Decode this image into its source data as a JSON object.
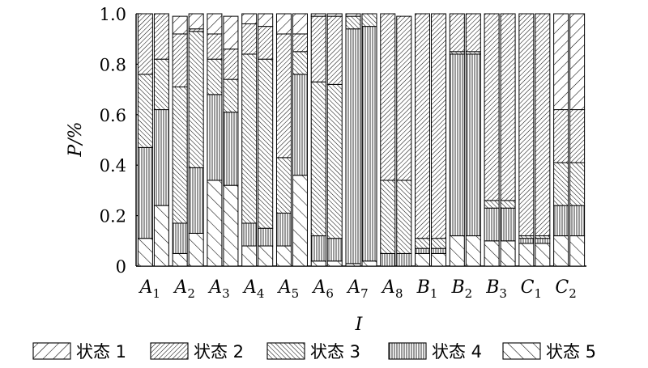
{
  "chart_data": {
    "type": "bar",
    "stacked": true,
    "ylabel": "P/%",
    "xlabel": "I",
    "ylim": [
      0,
      1.0
    ],
    "yticks": [
      "0",
      "0.2",
      "0.4",
      "0.6",
      "0.8",
      "1.0"
    ],
    "categories": [
      "A1",
      "A2",
      "A3",
      "A4",
      "A5",
      "A6",
      "A7",
      "A8",
      "B1",
      "B2",
      "B3",
      "C1",
      "C2"
    ],
    "category_labels": [
      {
        "base": "A",
        "sub": "1"
      },
      {
        "base": "A",
        "sub": "2"
      },
      {
        "base": "A",
        "sub": "3"
      },
      {
        "base": "A",
        "sub": "4"
      },
      {
        "base": "A",
        "sub": "5"
      },
      {
        "base": "A",
        "sub": "6"
      },
      {
        "base": "A",
        "sub": "7"
      },
      {
        "base": "A",
        "sub": "8"
      },
      {
        "base": "B",
        "sub": "1"
      },
      {
        "base": "B",
        "sub": "2"
      },
      {
        "base": "B",
        "sub": "3"
      },
      {
        "base": "C",
        "sub": "1"
      },
      {
        "base": "C",
        "sub": "2"
      }
    ],
    "bars_per_category": 2,
    "series": [
      {
        "name": "状态 5",
        "pattern": "backslash-wide",
        "values": [
          [
            0.11,
            0.24
          ],
          [
            0.05,
            0.13
          ],
          [
            0.34,
            0.32
          ],
          [
            0.08,
            0.08
          ],
          [
            0.08,
            0.36
          ],
          [
            0.02,
            0.02
          ],
          [
            0.01,
            0.02
          ],
          [
            0.0,
            0.0
          ],
          [
            0.05,
            0.05
          ],
          [
            0.12,
            0.12
          ],
          [
            0.1,
            0.1
          ],
          [
            0.09,
            0.09
          ],
          [
            0.12,
            0.12
          ]
        ]
      },
      {
        "name": "状态 4",
        "pattern": "vertical",
        "values": [
          [
            0.36,
            0.38
          ],
          [
            0.12,
            0.26
          ],
          [
            0.34,
            0.29
          ],
          [
            0.09,
            0.07
          ],
          [
            0.13,
            0.4
          ],
          [
            0.1,
            0.09
          ],
          [
            0.93,
            0.93
          ],
          [
            0.05,
            0.05
          ],
          [
            0.02,
            0.02
          ],
          [
            0.72,
            0.72
          ],
          [
            0.13,
            0.13
          ],
          [
            0.02,
            0.02
          ],
          [
            0.12,
            0.12
          ]
        ]
      },
      {
        "name": "状态 3",
        "pattern": "backslash-dense",
        "values": [
          [
            0.29,
            0.2
          ],
          [
            0.54,
            0.54
          ],
          [
            0.14,
            0.13
          ],
          [
            0.67,
            0.67
          ],
          [
            0.22,
            0.09
          ],
          [
            0.61,
            0.61
          ],
          [
            0.05,
            0.05
          ],
          [
            0.29,
            0.29
          ],
          [
            0.04,
            0.04
          ],
          [
            0.01,
            0.01
          ],
          [
            0.03,
            0.03
          ],
          [
            0.01,
            0.01
          ],
          [
            0.17,
            0.17
          ]
        ]
      },
      {
        "name": "状态 2",
        "pattern": "slash-dense",
        "values": [
          [
            0.24,
            0.18
          ],
          [
            0.21,
            0.01
          ],
          [
            0.1,
            0.12
          ],
          [
            0.12,
            0.13
          ],
          [
            0.49,
            0.07
          ],
          [
            0.26,
            0.27
          ],
          [
            0.0,
            0.0
          ],
          [
            0.66,
            0.65
          ],
          [
            0.89,
            0.89
          ],
          [
            0.15,
            0.15
          ],
          [
            0.74,
            0.74
          ],
          [
            0.88,
            0.88
          ],
          [
            0.21,
            0.21
          ]
        ]
      },
      {
        "name": "状态 1",
        "pattern": "slash-wide",
        "values": [
          [
            0.0,
            0.0
          ],
          [
            0.07,
            0.06
          ],
          [
            0.08,
            0.13
          ],
          [
            0.04,
            0.05
          ],
          [
            0.08,
            0.08
          ],
          [
            0.01,
            0.01
          ],
          [
            0.01,
            0.0
          ],
          [
            0.0,
            0.0
          ],
          [
            0.0,
            0.0
          ],
          [
            0.0,
            0.0
          ],
          [
            0.0,
            0.0
          ],
          [
            0.0,
            0.0
          ],
          [
            0.38,
            0.38
          ]
        ]
      }
    ],
    "legend": {
      "placement": "bottom",
      "items": [
        {
          "label": "状态 1",
          "pattern": "slash-wide"
        },
        {
          "label": "状态 2",
          "pattern": "slash-dense"
        },
        {
          "label": "状态 3",
          "pattern": "backslash-dense"
        },
        {
          "label": "状态 4",
          "pattern": "vertical"
        },
        {
          "label": "状态 5",
          "pattern": "backslash-wide"
        }
      ]
    },
    "grid": false
  }
}
